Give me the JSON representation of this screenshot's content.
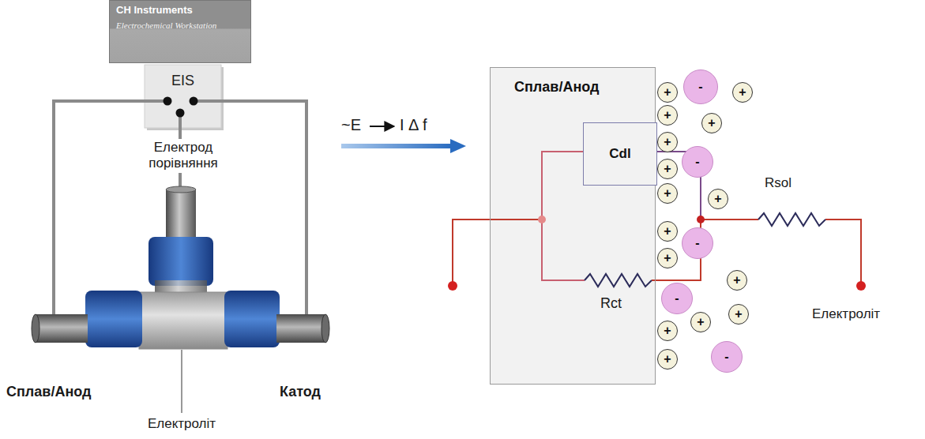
{
  "diagram": {
    "nodes": [
      {
        "text": [
          "CH Instruments",
          "Electrochemical Workstation"
        ]
      },
      {
        "text": [
          "EIS"
        ]
      },
      {
        "text": [
          "Сплав/Анод"
        ]
      },
      {
        "text": [
          "Cdl"
        ],
        "in": 2
      },
      {
        "text": [
          "+"
        ]
      },
      {
        "text": [
          "-"
        ]
      },
      {
        "text": [
          "+"
        ]
      },
      {
        "text": [
          "+"
        ]
      },
      {
        "text": [
          "+"
        ]
      },
      {
        "text": [
          "+"
        ]
      },
      {
        "text": [
          "-"
        ]
      },
      {
        "text": [
          "+"
        ]
      },
      {
        "text": [
          "+"
        ]
      },
      {
        "text": [
          "+"
        ]
      },
      {
        "text": [
          "+"
        ]
      },
      {
        "text": [
          "-"
        ]
      },
      {
        "text": [
          "+"
        ]
      },
      {
        "text": [
          "+"
        ]
      },
      {
        "text": [
          "-"
        ]
      },
      {
        "text": [
          "+"
        ]
      },
      {
        "text": [
          "+"
        ]
      },
      {
        "text": [
          "+"
        ]
      },
      {
        "text": [
          "+"
        ]
      },
      {
        "text": [
          "-"
        ]
      }
    ],
    "labels": [
      "Електрод порівняння",
      "Сплав/Анод",
      "Катод",
      "Електроліт",
      "~E",
      "I Δ f",
      "Rct",
      "Rsol",
      "Електроліт"
    ]
  }
}
